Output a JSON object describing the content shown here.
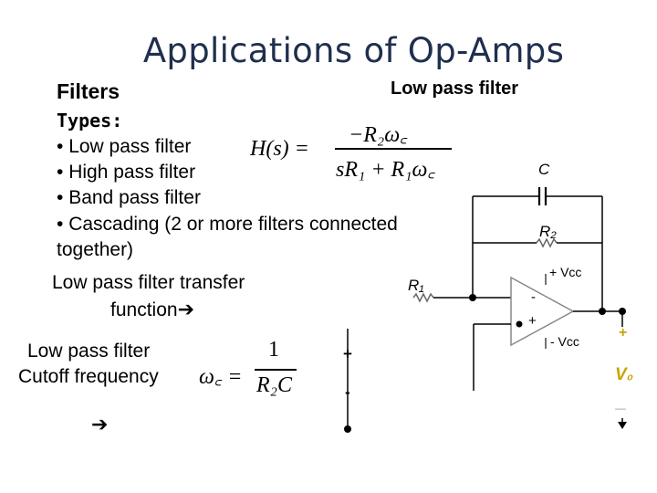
{
  "title": "Applications of Op-Amps",
  "section_label": "Filters",
  "diagram_label": "Low pass filter",
  "types_heading": "Types:",
  "types": [
    "Low pass filter",
    "High pass filter",
    "Band pass filter",
    "Cascading (2 or more filters connected",
    "together)"
  ],
  "transfer_label_1": "Low pass filter transfer",
  "transfer_label_2": "function",
  "cutoff_label_1": "Low pass filter",
  "cutoff_label_2": "Cutoff frequency",
  "equation_transfer": {
    "lhs": "H(s) =",
    "numerator": "−R₂ω꜀",
    "denominator": "sR₁ + R₁ω꜀"
  },
  "equation_cutoff": {
    "lhs": "ω꜀ =",
    "numerator": "1",
    "denominator": "R₂C"
  },
  "circuit": {
    "c_label": "C",
    "r2_label": "R₂",
    "r1_label": "R₁",
    "vcc_pos": "+ Vcc",
    "vcc_neg": "- Vcc",
    "inv_input": "-",
    "noninv_input": "+",
    "in_plus": "+",
    "in_minus": "-",
    "out_plus": "+",
    "out_label": "V₀",
    "out_minus": "—"
  }
}
